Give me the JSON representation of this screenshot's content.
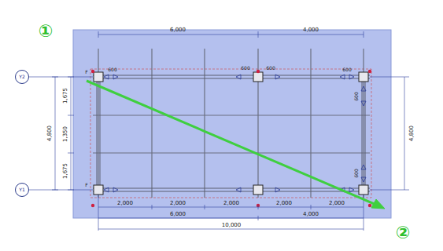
{
  "diagram": {
    "nodes": [
      {
        "text": [
          "Y2"
        ]
      },
      {
        "text": [
          "Y1"
        ]
      }
    ],
    "labels": [
      "①",
      "②",
      "6,000",
      "4,000",
      "4,800",
      "1,675",
      "1,350",
      "1,675",
      "4,800",
      "600",
      "600",
      "600",
      "600",
      "600",
      "600",
      "2,000",
      "2,000",
      "2,000",
      "2,000",
      "2,000",
      "6,000",
      "4,000",
      "10,000",
      "F",
      "F"
    ]
  }
}
